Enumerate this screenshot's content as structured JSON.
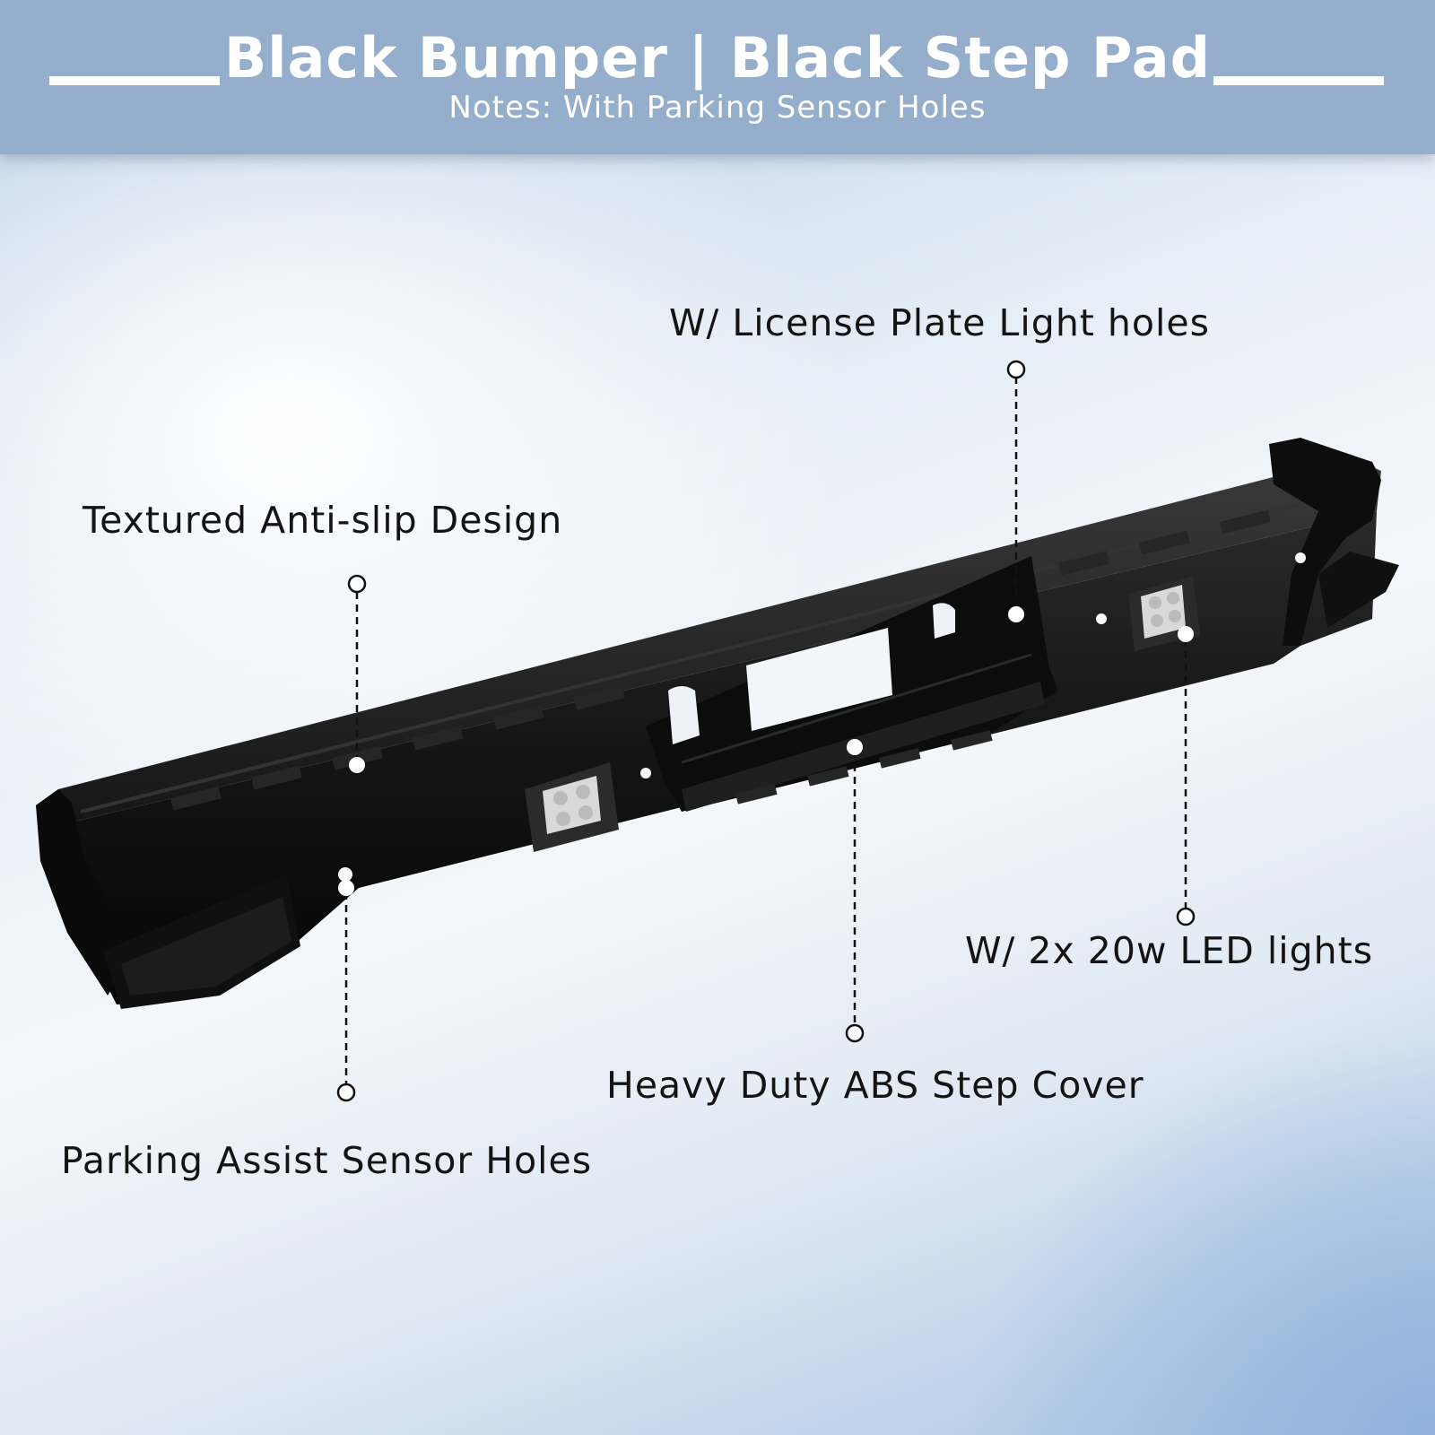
{
  "header": {
    "title": "Black Bumper | Black Step Pad",
    "subtitle": "Notes: With Parking Sensor Holes"
  },
  "callouts": {
    "license_plate": "W/ License Plate Light holes",
    "anti_slip": "Textured Anti-slip Design",
    "led_lights": "W/ 2x 20w LED lights",
    "step_cover": "Heavy Duty ABS Step Cover",
    "sensor_holes": "Parking Assist Sensor Holes"
  },
  "colors": {
    "header_band": "#94aecb",
    "bumper": "#121212",
    "callout_text": "#141414"
  }
}
